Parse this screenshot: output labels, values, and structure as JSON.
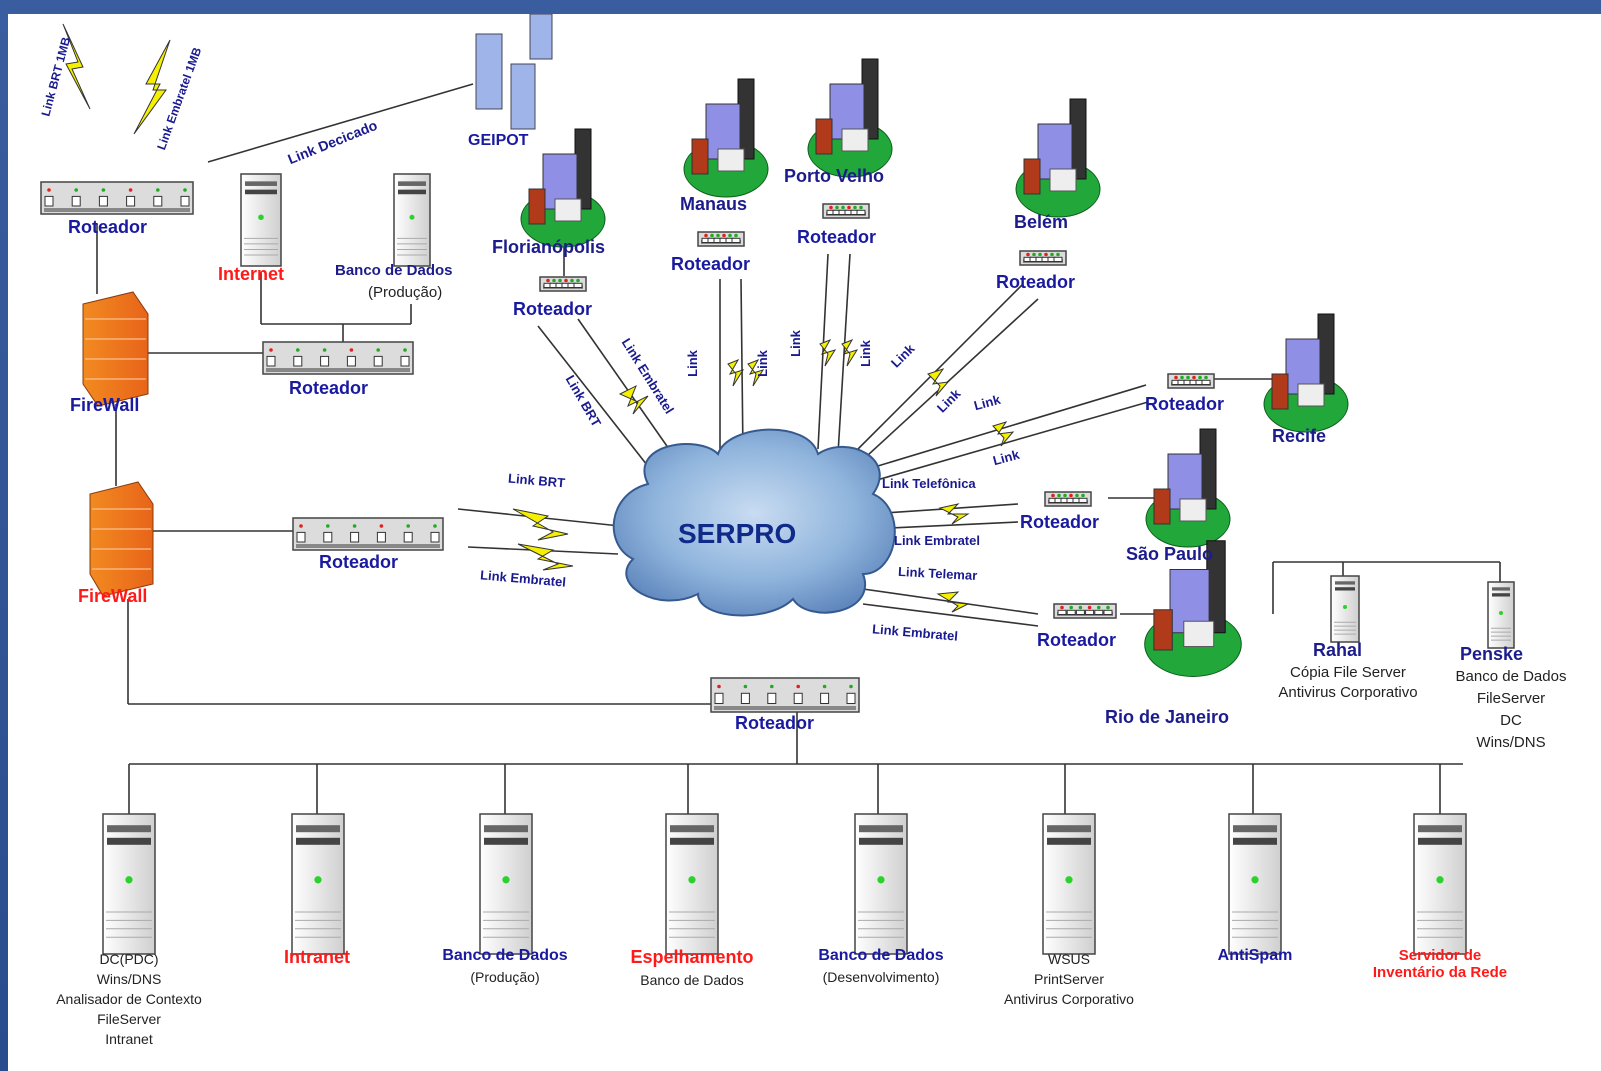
{
  "top_links": {
    "brt": "Link BRT 1MB",
    "embratel": "Link Embratel 1MB",
    "dedicado": "Link Decicado"
  },
  "geipot": "GEIPOT",
  "router_label": "Roteador",
  "firewall_label": "FireWall",
  "internet": "Internet",
  "db_top": {
    "title": "Banco de Dados",
    "sub": "(Produção)"
  },
  "cloud": "SERPRO",
  "sites": {
    "florianopolis": "Florianópolis",
    "manaus": "Manaus",
    "porto_velho": "Porto Velho",
    "belem": "Belém",
    "recife": "Recife",
    "sao_paulo": "São Paulo",
    "rio": "Rio de Janeiro"
  },
  "link_labels": {
    "link": "Link",
    "brt": "Link BRT",
    "embratel": "Link Embratel",
    "telefonica": "Link Telefônica",
    "telemar": "Link Telemar"
  },
  "rio_servers": {
    "rahal": {
      "name": "Rahal",
      "lines": [
        "Cópia File Server",
        "Antivirus Corporativo"
      ]
    },
    "penske": {
      "name": "Penske",
      "lines": [
        "Banco de Dados",
        "FileServer",
        "DC",
        "Wins/DNS"
      ]
    }
  },
  "bottom_servers": [
    {
      "title": "",
      "lines": [
        "DC(PDC)",
        "Wins/DNS",
        "Analisador de Contexto",
        "FileServer",
        "Intranet"
      ],
      "color": "#222222"
    },
    {
      "title": "Intranet",
      "lines": [],
      "color": "#ff1a1a"
    },
    {
      "title": "Banco de Dados",
      "lines": [
        "(Produção)"
      ],
      "color": "#1a1aa0"
    },
    {
      "title": "Espelhamento",
      "lines": [
        "Banco de Dados"
      ],
      "color": "#ff1a1a"
    },
    {
      "title": "Banco de Dados",
      "lines": [
        "(Desenvolvimento)"
      ],
      "color": "#1a1aa0"
    },
    {
      "title": "",
      "lines": [
        "WSUS",
        "PrintServer",
        "Antivirus Corporativo"
      ],
      "color": "#222222"
    },
    {
      "title": "AntiSpam",
      "lines": [],
      "color": "#1a1aa0"
    },
    {
      "title": "Servidor de Inventário da Rede",
      "lines": [],
      "color": "#ff1a1a"
    }
  ],
  "colors": {
    "background_frame": "#2c4f90",
    "router_text": "#1a1aa0",
    "alert_text": "#ff1a1a",
    "lightning": "#f5f000",
    "cloud": "#8fb4dc"
  }
}
